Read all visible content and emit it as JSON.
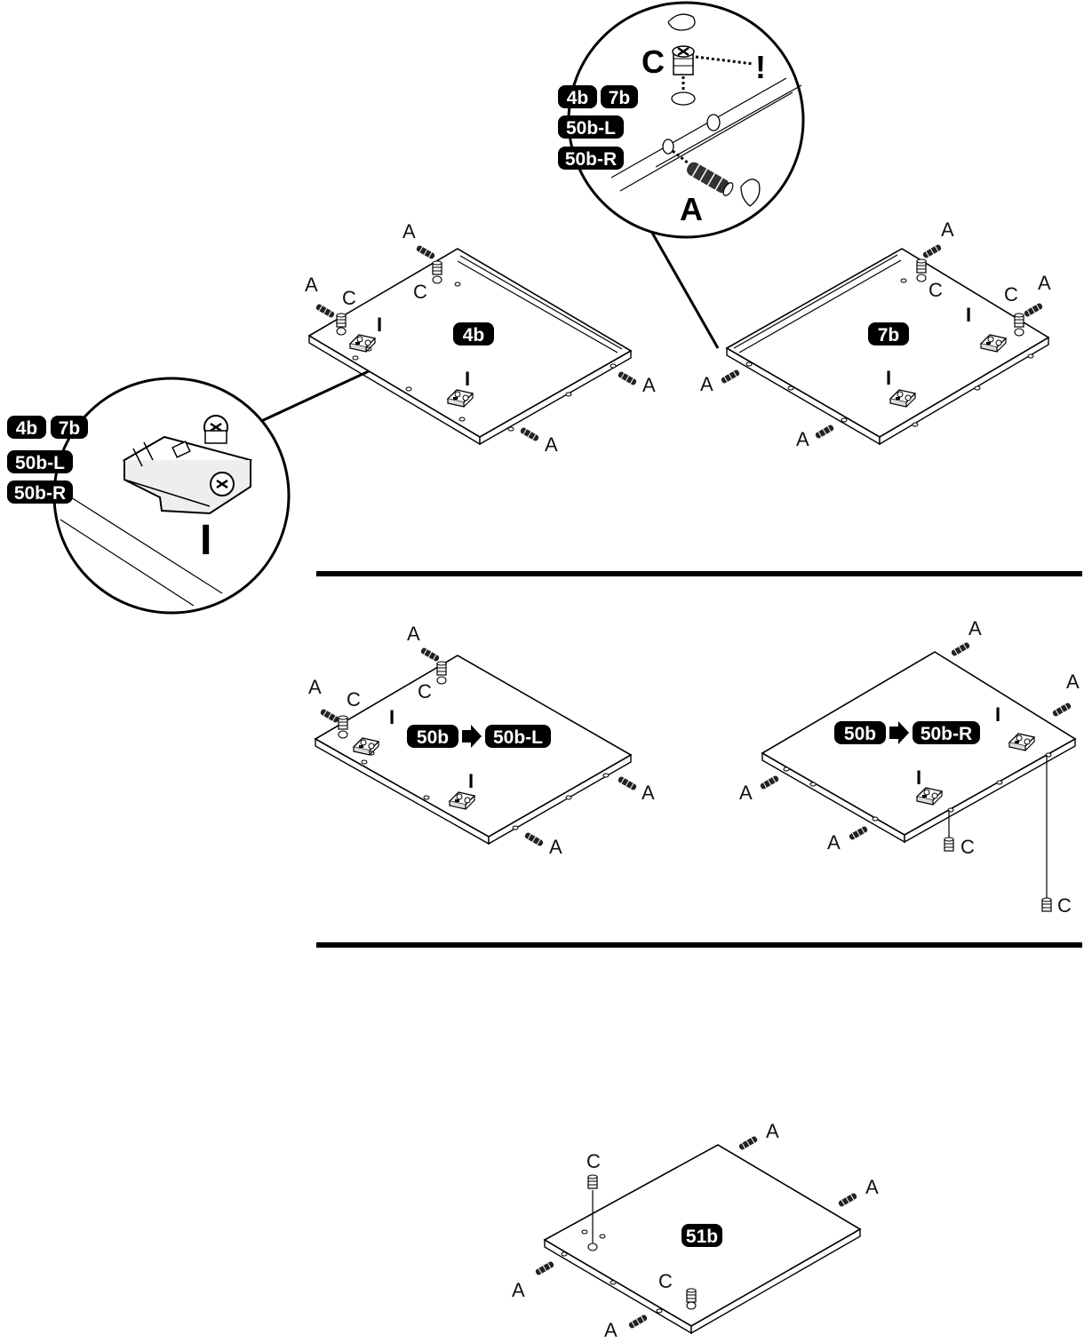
{
  "parts": {
    "p4b": "4b",
    "p7b": "7b",
    "p50b": "50b",
    "p50bL": "50b-L",
    "p50bR": "50b-R",
    "p51b": "51b"
  },
  "hardware": {
    "dowel": "A",
    "cam": "C",
    "hinge_plate": "I",
    "warning": "!"
  },
  "colors": {
    "badge_fill": "#000000",
    "badge_text": "#ffffff",
    "line": "#000000",
    "background": "#ffffff"
  },
  "icons": {
    "arrow": "right-arrow-icon"
  }
}
